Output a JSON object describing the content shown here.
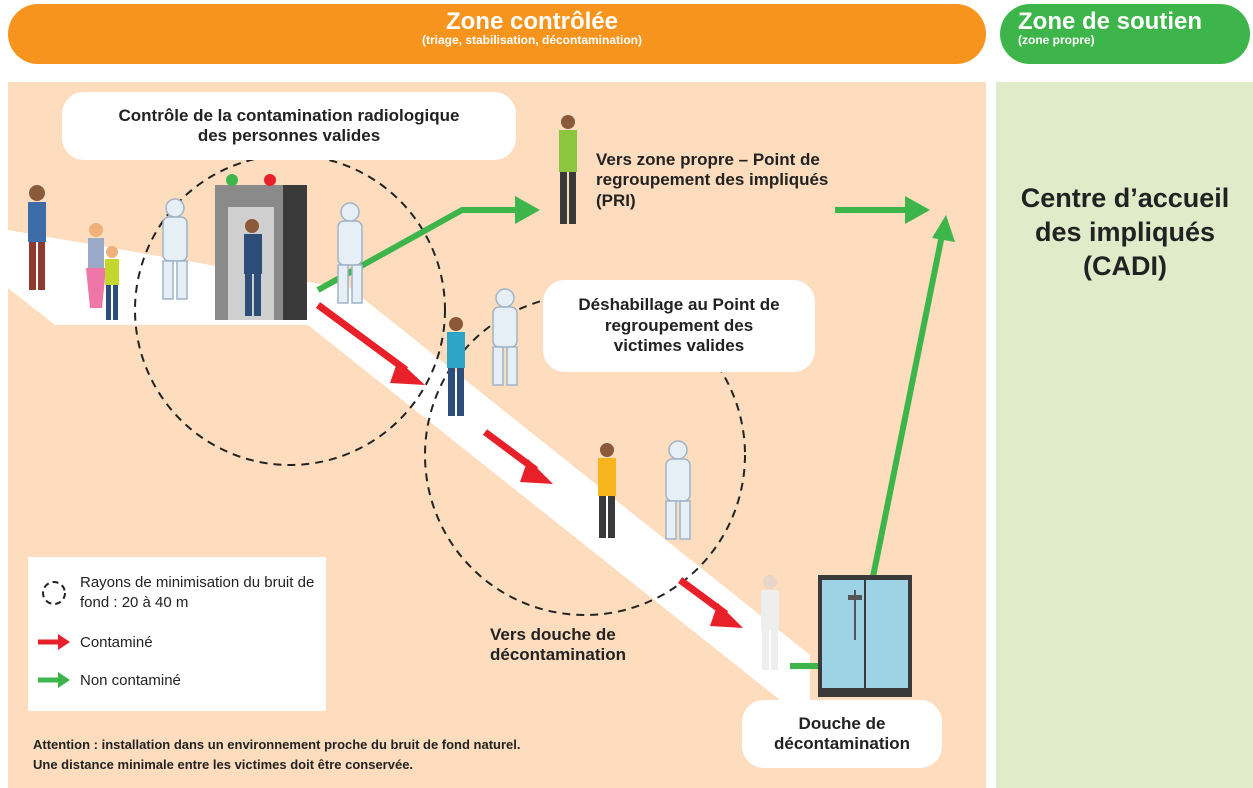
{
  "header": {
    "controlled_zone": {
      "title": "Zone contrôlée",
      "subtitle": "(triage, stabilisation, décontamination)"
    },
    "support_zone": {
      "title": "Zone de soutien",
      "subtitle": "(zone propre)"
    }
  },
  "bubbles": {
    "contamination_check": "Contrôle de la contamination radiologique des personnes valides",
    "undressing": "Déshabillage au Point de regroupement des victimes valides",
    "shower": "Douche de décontamination"
  },
  "labels": {
    "to_clean_zone": "Vers zone propre – Point de regroupement des impliqués (PRI)",
    "to_shower": "Vers douche de décontamination",
    "cadi": "Centre d’accueil des impliqués (CADI)"
  },
  "legend": {
    "radius": "Rayons de minimisation du bruit de fond : 20 à 40 m",
    "contaminated": "Contaminé",
    "not_contaminated": "Non contaminé"
  },
  "note": {
    "line1": "Attention : installation dans un environnement proche du bruit de fond naturel.",
    "line2": "Une distance minimale entre les victimes doit être conservée."
  },
  "colors": {
    "orange": "#F7941D",
    "green": "#3DB54A",
    "red": "#E8202A",
    "peach": "#FDDDBE",
    "light_green": "#DFEBC9",
    "portal": "#8A8A8A",
    "light_red": "#E8202A",
    "light_green_dot": "#3DB54A"
  },
  "icons": {
    "people": "person-icon",
    "responders": "hazmat-suit-icon",
    "portal": "radiation-portal-icon",
    "shower": "shower-cabin-icon"
  }
}
